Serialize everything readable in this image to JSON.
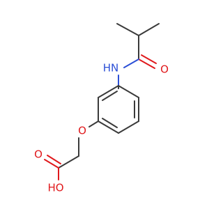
{
  "colors": {
    "bond": "#3a3a3a",
    "oxygen": "#e0191c",
    "nitrogen": "#2b4fd6",
    "background": "#ffffff"
  },
  "atoms": {
    "nh": "HN",
    "o_amide": "O",
    "o_ether": "O",
    "o_carbonyl": "O",
    "oh": "HO"
  }
}
